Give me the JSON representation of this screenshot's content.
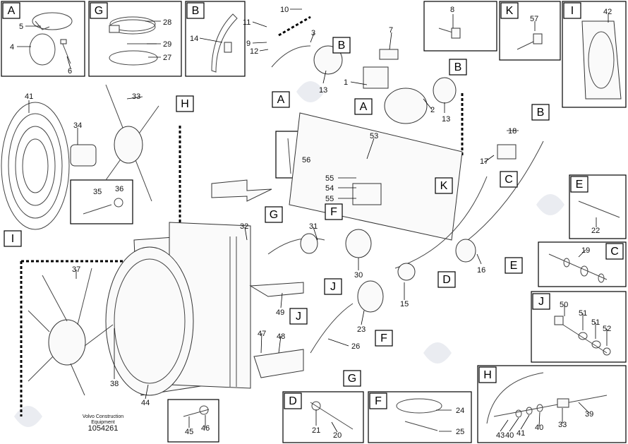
{
  "callout_letters": [
    "A",
    "G",
    "B",
    "K",
    "I",
    "B",
    "A",
    "B",
    "A",
    "H",
    "I",
    "B",
    "C",
    "K",
    "F",
    "G",
    "J",
    "D",
    "E",
    "C",
    "E",
    "J",
    "J",
    "F",
    "G",
    "H",
    "D",
    "F"
  ],
  "part_numbers": [
    "5",
    "4",
    "6",
    "28",
    "29",
    "27",
    "14",
    "10",
    "11",
    "9",
    "12",
    "3",
    "8",
    "7",
    "1",
    "2",
    "13",
    "13",
    "57",
    "42",
    "41",
    "33",
    "34",
    "35",
    "36",
    "56",
    "53",
    "55",
    "54",
    "55",
    "18",
    "17",
    "16",
    "22",
    "19",
    "32",
    "31",
    "30",
    "15",
    "49",
    "37",
    "38",
    "44",
    "47",
    "48",
    "26",
    "23",
    "50",
    "51",
    "51",
    "52",
    "24",
    "25",
    "21",
    "20",
    "45",
    "46",
    "43",
    "40",
    "41",
    "40",
    "33",
    "39"
  ],
  "footer": {
    "line1": "Volvo Construction",
    "line2": "Equipment",
    "doc_number": "1054261"
  }
}
